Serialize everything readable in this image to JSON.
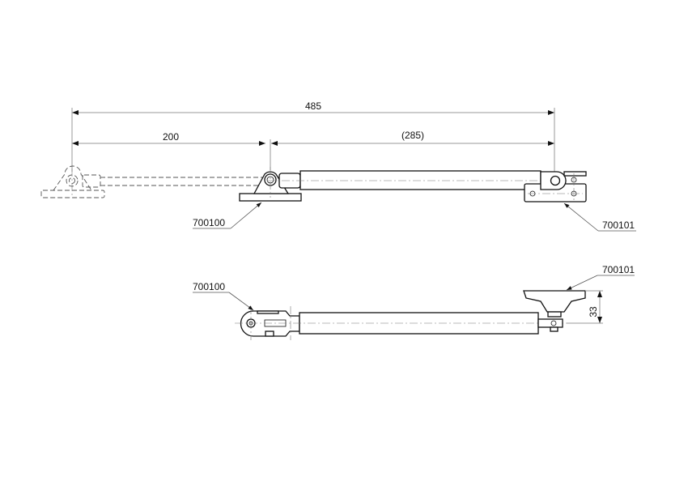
{
  "dimensions": {
    "overall": "485",
    "left_segment": "200",
    "right_segment": "(285)",
    "height": "33"
  },
  "labels": {
    "top_left_part": "700100",
    "top_right_part": "700101",
    "bottom_left_part": "700100",
    "bottom_right_part": "700101"
  }
}
